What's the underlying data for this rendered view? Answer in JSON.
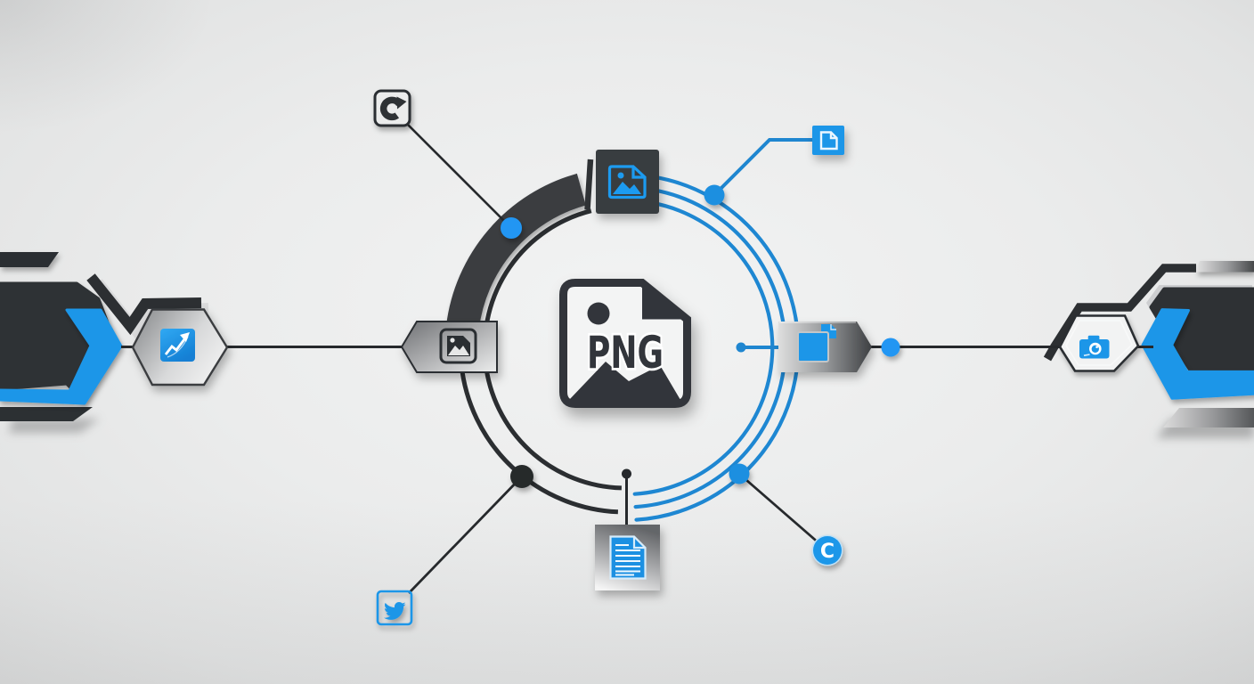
{
  "title": "PNG file format infographic",
  "center": {
    "label": "PNG",
    "icon": "png-image-file-icon",
    "color": "#33363a"
  },
  "colors": {
    "background": "#e8e9e9",
    "dark": "#2e3134",
    "blue": "#1e96e8",
    "blue_line": "#1e87d2",
    "light_gray": "#d4d5d6"
  },
  "ring": {
    "segments": [
      {
        "name": "thick-dark-arc",
        "color": "#3a3d41"
      },
      {
        "name": "inner-thin-dark-arc",
        "color": "#2e3134"
      },
      {
        "name": "outer-thin-dark-arc",
        "color": "#2e3134"
      },
      {
        "name": "blue-arc-1",
        "color": "#1f86d0"
      },
      {
        "name": "blue-arc-2",
        "color": "#1f86d0"
      },
      {
        "name": "blue-arc-3",
        "color": "#1f86d0"
      }
    ]
  },
  "nodes": [
    {
      "id": "refresh",
      "icon": "refresh-icon",
      "label": ""
    },
    {
      "id": "image-square",
      "icon": "image-file-icon",
      "label": ""
    },
    {
      "id": "document-blue",
      "icon": "document-icon",
      "label": ""
    },
    {
      "id": "copy-banner",
      "icon": "copy-file-icon",
      "label": ""
    },
    {
      "id": "camera-hexagon",
      "icon": "camera-icon",
      "label": ""
    },
    {
      "id": "copyright",
      "icon": "copyright-icon",
      "label": "C"
    },
    {
      "id": "text-document",
      "icon": "text-document-icon",
      "label": ""
    },
    {
      "id": "bird",
      "icon": "bird-icon",
      "label": ""
    },
    {
      "id": "image-banner",
      "icon": "image-file-icon",
      "label": ""
    },
    {
      "id": "chart-hexagon",
      "icon": "chart-icon",
      "label": ""
    }
  ]
}
